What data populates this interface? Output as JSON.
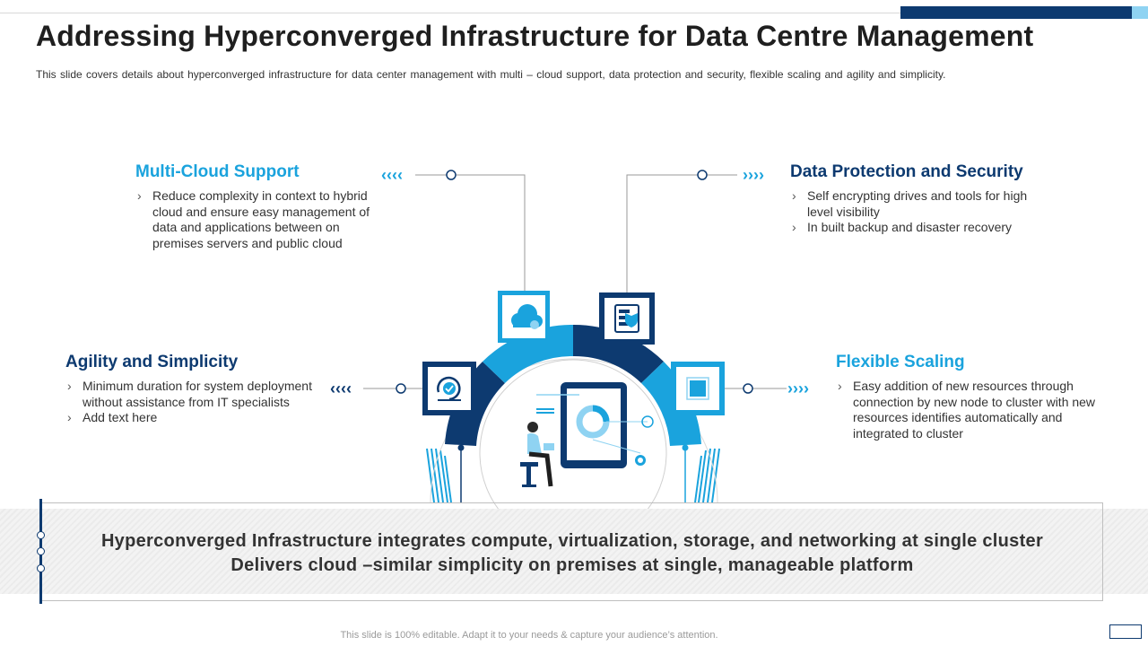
{
  "header": {
    "title": "Addressing Hyperconverged Infrastructure for Data Centre Management",
    "subtitle": "This slide covers details about hyperconverged  infrastructure for data center management with multi – cloud support, data protection and security, flexible scaling and agility and simplicity."
  },
  "sections": {
    "multi_cloud": {
      "title": "Multi-Cloud Support",
      "bullets": [
        "Reduce complexity in context to hybrid cloud and ensure easy management of data and applications between on premises servers and public cloud"
      ]
    },
    "data_protection": {
      "title": "Data Protection and Security",
      "bullets": [
        "Self encrypting drives and tools for high level visibility",
        "In built backup and disaster recovery"
      ]
    },
    "agility": {
      "title": "Agility and Simplicity",
      "bullets": [
        "Minimum duration for system deployment without assistance from IT specialists",
        "Add text here"
      ]
    },
    "flexible_scaling": {
      "title": "Flexible Scaling",
      "bullets": [
        "Easy addition of new resources through connection by new node to cluster with new resources identifies automatically and integrated to cluster"
      ]
    }
  },
  "arrows": {
    "left": "‹‹‹‹",
    "right": "››››"
  },
  "icons": {
    "multi_cloud": "cloud-icon",
    "data_protection": "database-shield-icon",
    "agility": "refresh-check-icon",
    "flexible_scaling": "chip-icon",
    "center": "person-tablet-icon"
  },
  "summary": {
    "line1": "Hyperconverged Infrastructure integrates compute, virtualization, storage, and networking at single cluster",
    "line2": "Delivers cloud –similar simplicity on premises at single, manageable platform"
  },
  "footer": {
    "note": "This slide is 100% editable. Adapt it to your needs & capture your audience’s attention."
  },
  "colors": {
    "dark_blue": "#0d3a70",
    "light_blue": "#1aa3dd",
    "accent_cyan": "#8fd3f2"
  }
}
